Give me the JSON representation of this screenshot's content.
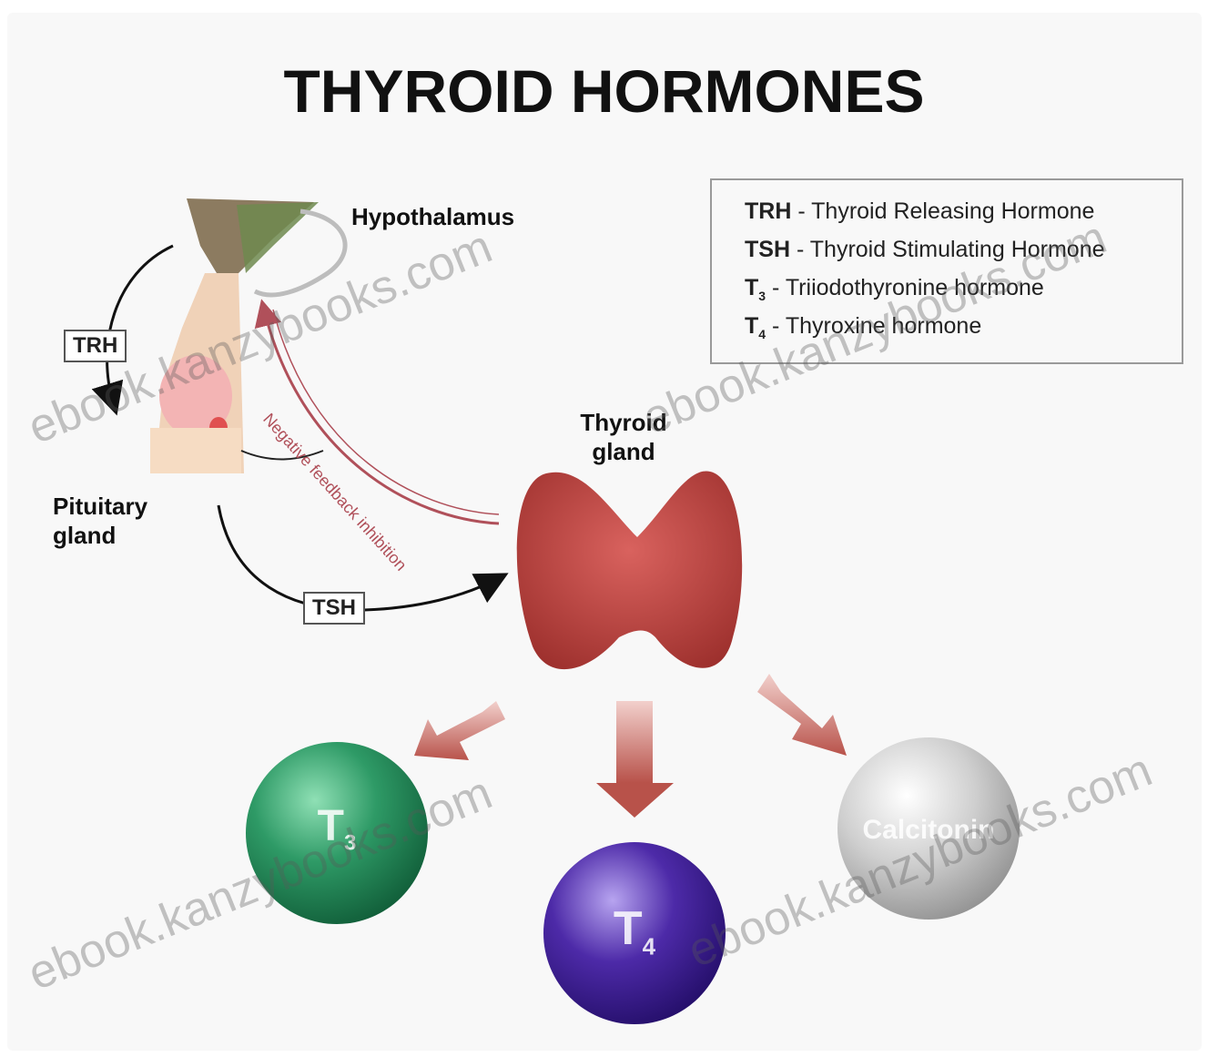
{
  "title": "THYROID HORMONES",
  "labels": {
    "hypothalamus": "Hypothalamus",
    "pituitary_line1": "Pituitary",
    "pituitary_line2": "gland",
    "thyroid_line1": "Thyroid",
    "thyroid_line2": "gland",
    "feedback": "Negative feedback inhibition"
  },
  "tags": {
    "trh": "TRH",
    "tsh": "TSH"
  },
  "legend": [
    {
      "abbr": "TRH",
      "sub": "",
      "desc": " - Thyroid Releasing Hormone"
    },
    {
      "abbr": "TSH",
      "sub": "",
      "desc": " - Thyroid Stimulating Hormone"
    },
    {
      "abbr": "T",
      "sub": "3",
      "desc": " - Triiodothyronine hormone"
    },
    {
      "abbr": "T",
      "sub": "4",
      "desc": " - Thyroxine hormone"
    }
  ],
  "spheres": {
    "t3": {
      "main": "T",
      "sub": "3",
      "color": "#2e9a66"
    },
    "t4": {
      "main": "T",
      "sub": "4",
      "color": "#4d2aa8"
    },
    "calcitonin": {
      "main": "Calcitonin",
      "color": "#cfcfcf"
    }
  },
  "watermark": "ebook.kanzybooks.com",
  "colors": {
    "thyroid": "#c0504d",
    "arrow": "#b8524a",
    "feedback": "#b0505a"
  }
}
